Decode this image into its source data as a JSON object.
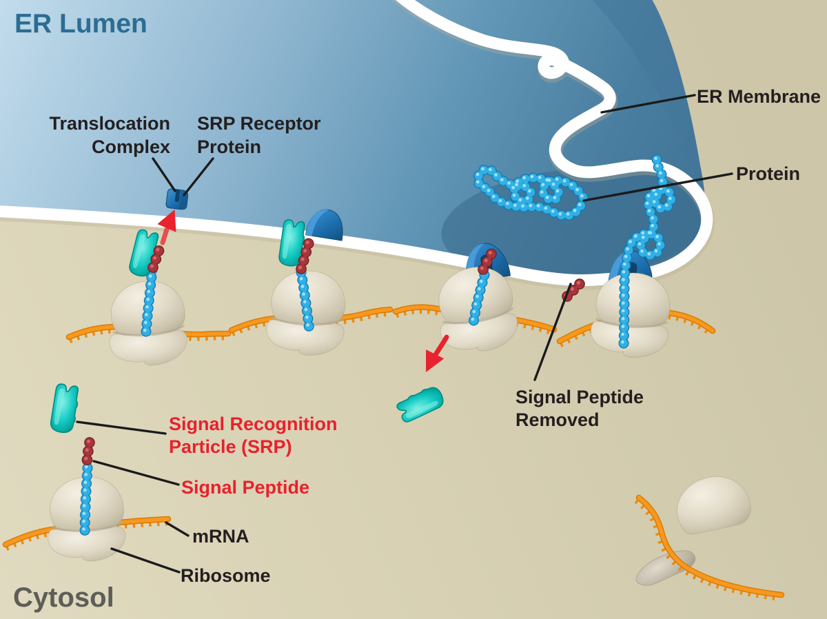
{
  "labels": {
    "er_lumen": "ER Lumen",
    "cytosol": "Cytosol",
    "er_membrane": "ER Membrane",
    "protein": "Protein",
    "translocation_complex_1": "Translocation",
    "translocation_complex_2": "Complex",
    "srp_receptor_1": "SRP Receptor",
    "srp_receptor_2": "Protein",
    "signal_peptide_removed_1": "Signal Peptide",
    "signal_peptide_removed_2": "Removed",
    "srp_1": "Signal Recognition",
    "srp_2": "Particle (SRP)",
    "signal_peptide": "Signal Peptide",
    "mrna": "mRNA",
    "ribosome": "Ribosome"
  },
  "colors": {
    "red_label": "#e8212d",
    "dark_label": "#231f20",
    "er_lumen_label": "#2c6d92",
    "cytosol_label": "#5e5e57",
    "er_membrane_white": "#ffffff",
    "lumen_blue_light": "#c2dcec",
    "lumen_blue_dark": "#3f7394",
    "cytosol_tan": "#d8d1b3",
    "mrna_orange": "#f7941e",
    "protein_bead_blue": "#2fb0e6",
    "signal_peptide_red": "#a8353b",
    "srp_teal": "#19cdc4",
    "receptor_blue": "#1b6cab",
    "ribosome_beige": "#e2dbc8",
    "arrow_red": "#e8232d"
  }
}
